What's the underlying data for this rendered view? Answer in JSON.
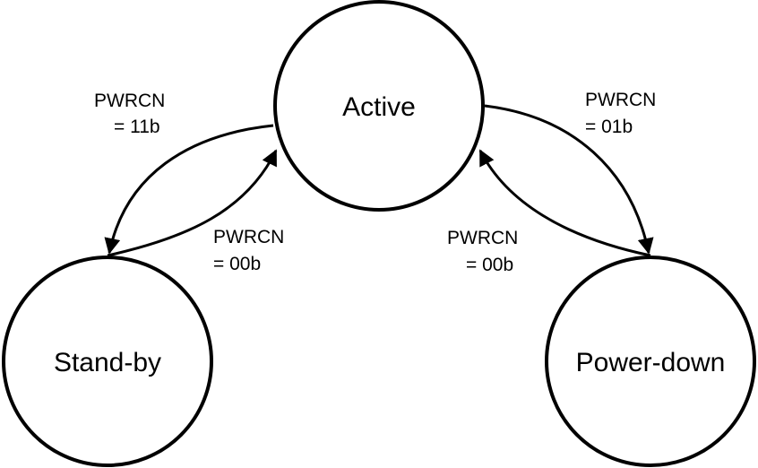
{
  "diagram": {
    "states": {
      "active": "Active",
      "standby": "Stand-by",
      "powerdown": "Power-down"
    },
    "transitions": {
      "active_to_standby": {
        "line1": "PWRCN",
        "line2": "= 11b"
      },
      "standby_to_active": {
        "line1": "PWRCN",
        "line2": "= 00b"
      },
      "active_to_powerdown": {
        "line1": "PWRCN",
        "line2": "= 01b"
      },
      "powerdown_to_active": {
        "line1": "PWRCN",
        "line2": "= 00b"
      }
    },
    "colors": {
      "stroke": "#000000",
      "background": "#ffffff"
    }
  }
}
